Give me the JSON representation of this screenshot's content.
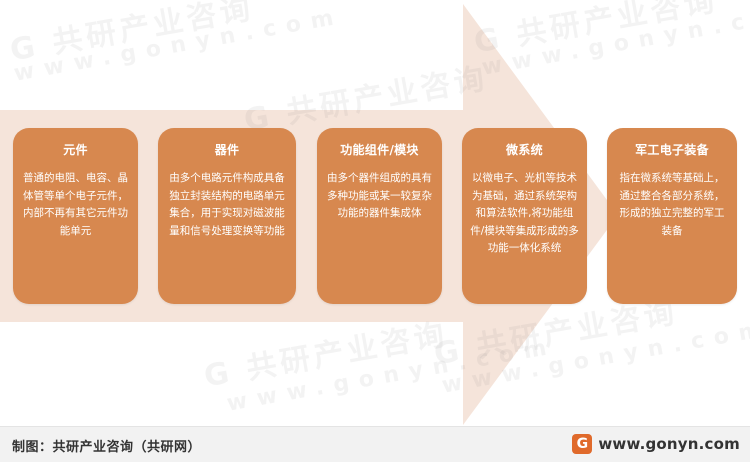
{
  "diagram": {
    "cards": [
      {
        "title": "元件",
        "description": "普通的电阻、电容、晶体管等单个电子元件，内部不再有其它元件功能单元"
      },
      {
        "title": "器件",
        "description": "由多个电路元件构成具备独立封装结构的电路单元集合，用于实现对磁波能量和信号处理变换等功能"
      },
      {
        "title": "功能组件/模块",
        "description": "由多个器件组成的具有多种功能或某一较复杂功能的器件集成体"
      },
      {
        "title": "微系统",
        "description": "以微电子、光机等技术为基础，通过系统架构和算法软件,将功能组件/模块等集成形成的多功能一体化系统"
      },
      {
        "title": "军工电子装备",
        "description": "指在微系统等基础上，通过整合各部分系统，形成的独立完整的军工装备"
      }
    ],
    "colors": {
      "card_fill": "#d7884f",
      "arrow_fill": "#f5e4da",
      "card_text": "#ffffff"
    }
  },
  "watermark": {
    "brand": "共研产业咨询",
    "url": "www.gonyn.com"
  },
  "footer": {
    "source_label": "制图：共研产业咨询（共研网）",
    "logo_glyph": "G",
    "site_url": "www.gonyn.com"
  }
}
